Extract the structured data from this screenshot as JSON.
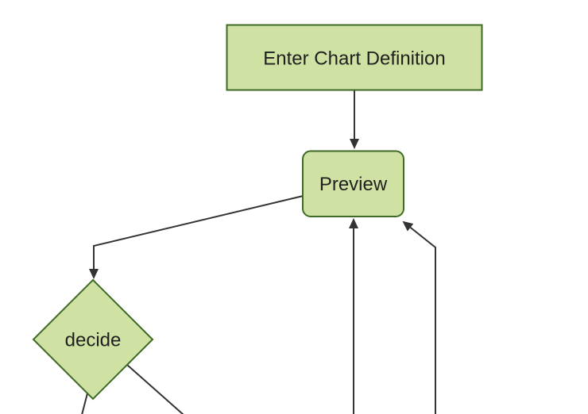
{
  "diagram": {
    "type": "flowchart",
    "direction": "top-down",
    "nodes": [
      {
        "id": "enter-chart-definition",
        "label": "Enter Chart Definition",
        "shape": "rectangle"
      },
      {
        "id": "preview",
        "label": "Preview",
        "shape": "rounded-rectangle"
      },
      {
        "id": "decide",
        "label": "decide",
        "shape": "diamond"
      }
    ],
    "edges": [
      {
        "from": "enter-chart-definition",
        "to": "preview",
        "arrow": true
      },
      {
        "from": "preview",
        "to": "decide",
        "arrow": true
      },
      {
        "from": "decide",
        "to": "offscreen-bottom-left",
        "arrow": false
      },
      {
        "from": "decide",
        "to": "offscreen-bottom-right",
        "arrow": false
      },
      {
        "from": "offscreen-bottom",
        "to": "preview",
        "arrow": true
      },
      {
        "from": "offscreen-bottom-right",
        "to": "preview",
        "arrow": true
      }
    ],
    "colors": {
      "node_fill": "#cfe2a3",
      "node_border": "#3f6a26",
      "edge_color": "#333333",
      "text_color": "#1f1f1f",
      "background": "#ffffff"
    }
  }
}
